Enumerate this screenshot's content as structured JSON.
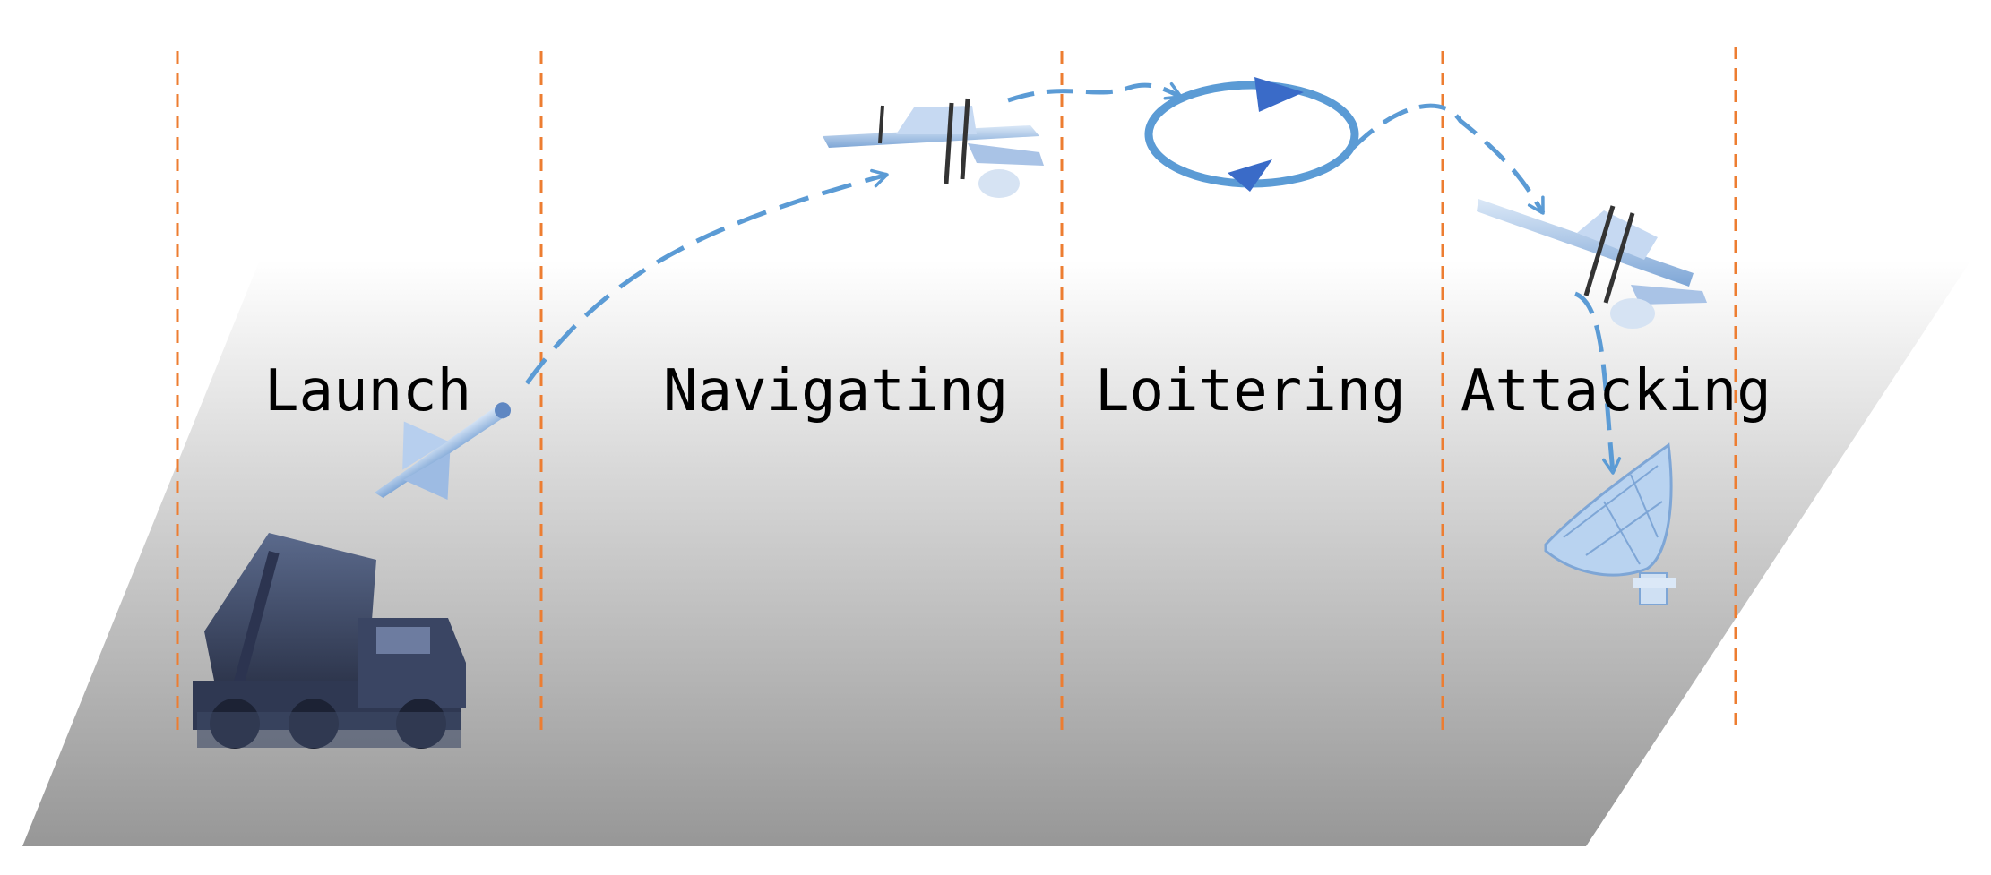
{
  "phases": [
    {
      "id": "launch",
      "label": "Launch"
    },
    {
      "id": "navigating",
      "label": "Navigating"
    },
    {
      "id": "loitering",
      "label": "Loitering"
    },
    {
      "id": "attacking",
      "label": "Attacking"
    }
  ],
  "colors": {
    "divider": "#ED7D31",
    "path": "#5B9BD5",
    "loop_arrow": "#3A6BC8",
    "ground_top": "#ffffff",
    "ground_bottom": "#9a9a9a",
    "vehicle": "#3e4a66",
    "drone": "#a9c3e6",
    "dish": "#b9d3f0"
  },
  "icons": [
    "rocket-launcher-truck-icon",
    "launched-drone-icon",
    "cruising-drone-icon",
    "loiter-loop-icon",
    "diving-drone-icon",
    "radar-dish-icon"
  ]
}
